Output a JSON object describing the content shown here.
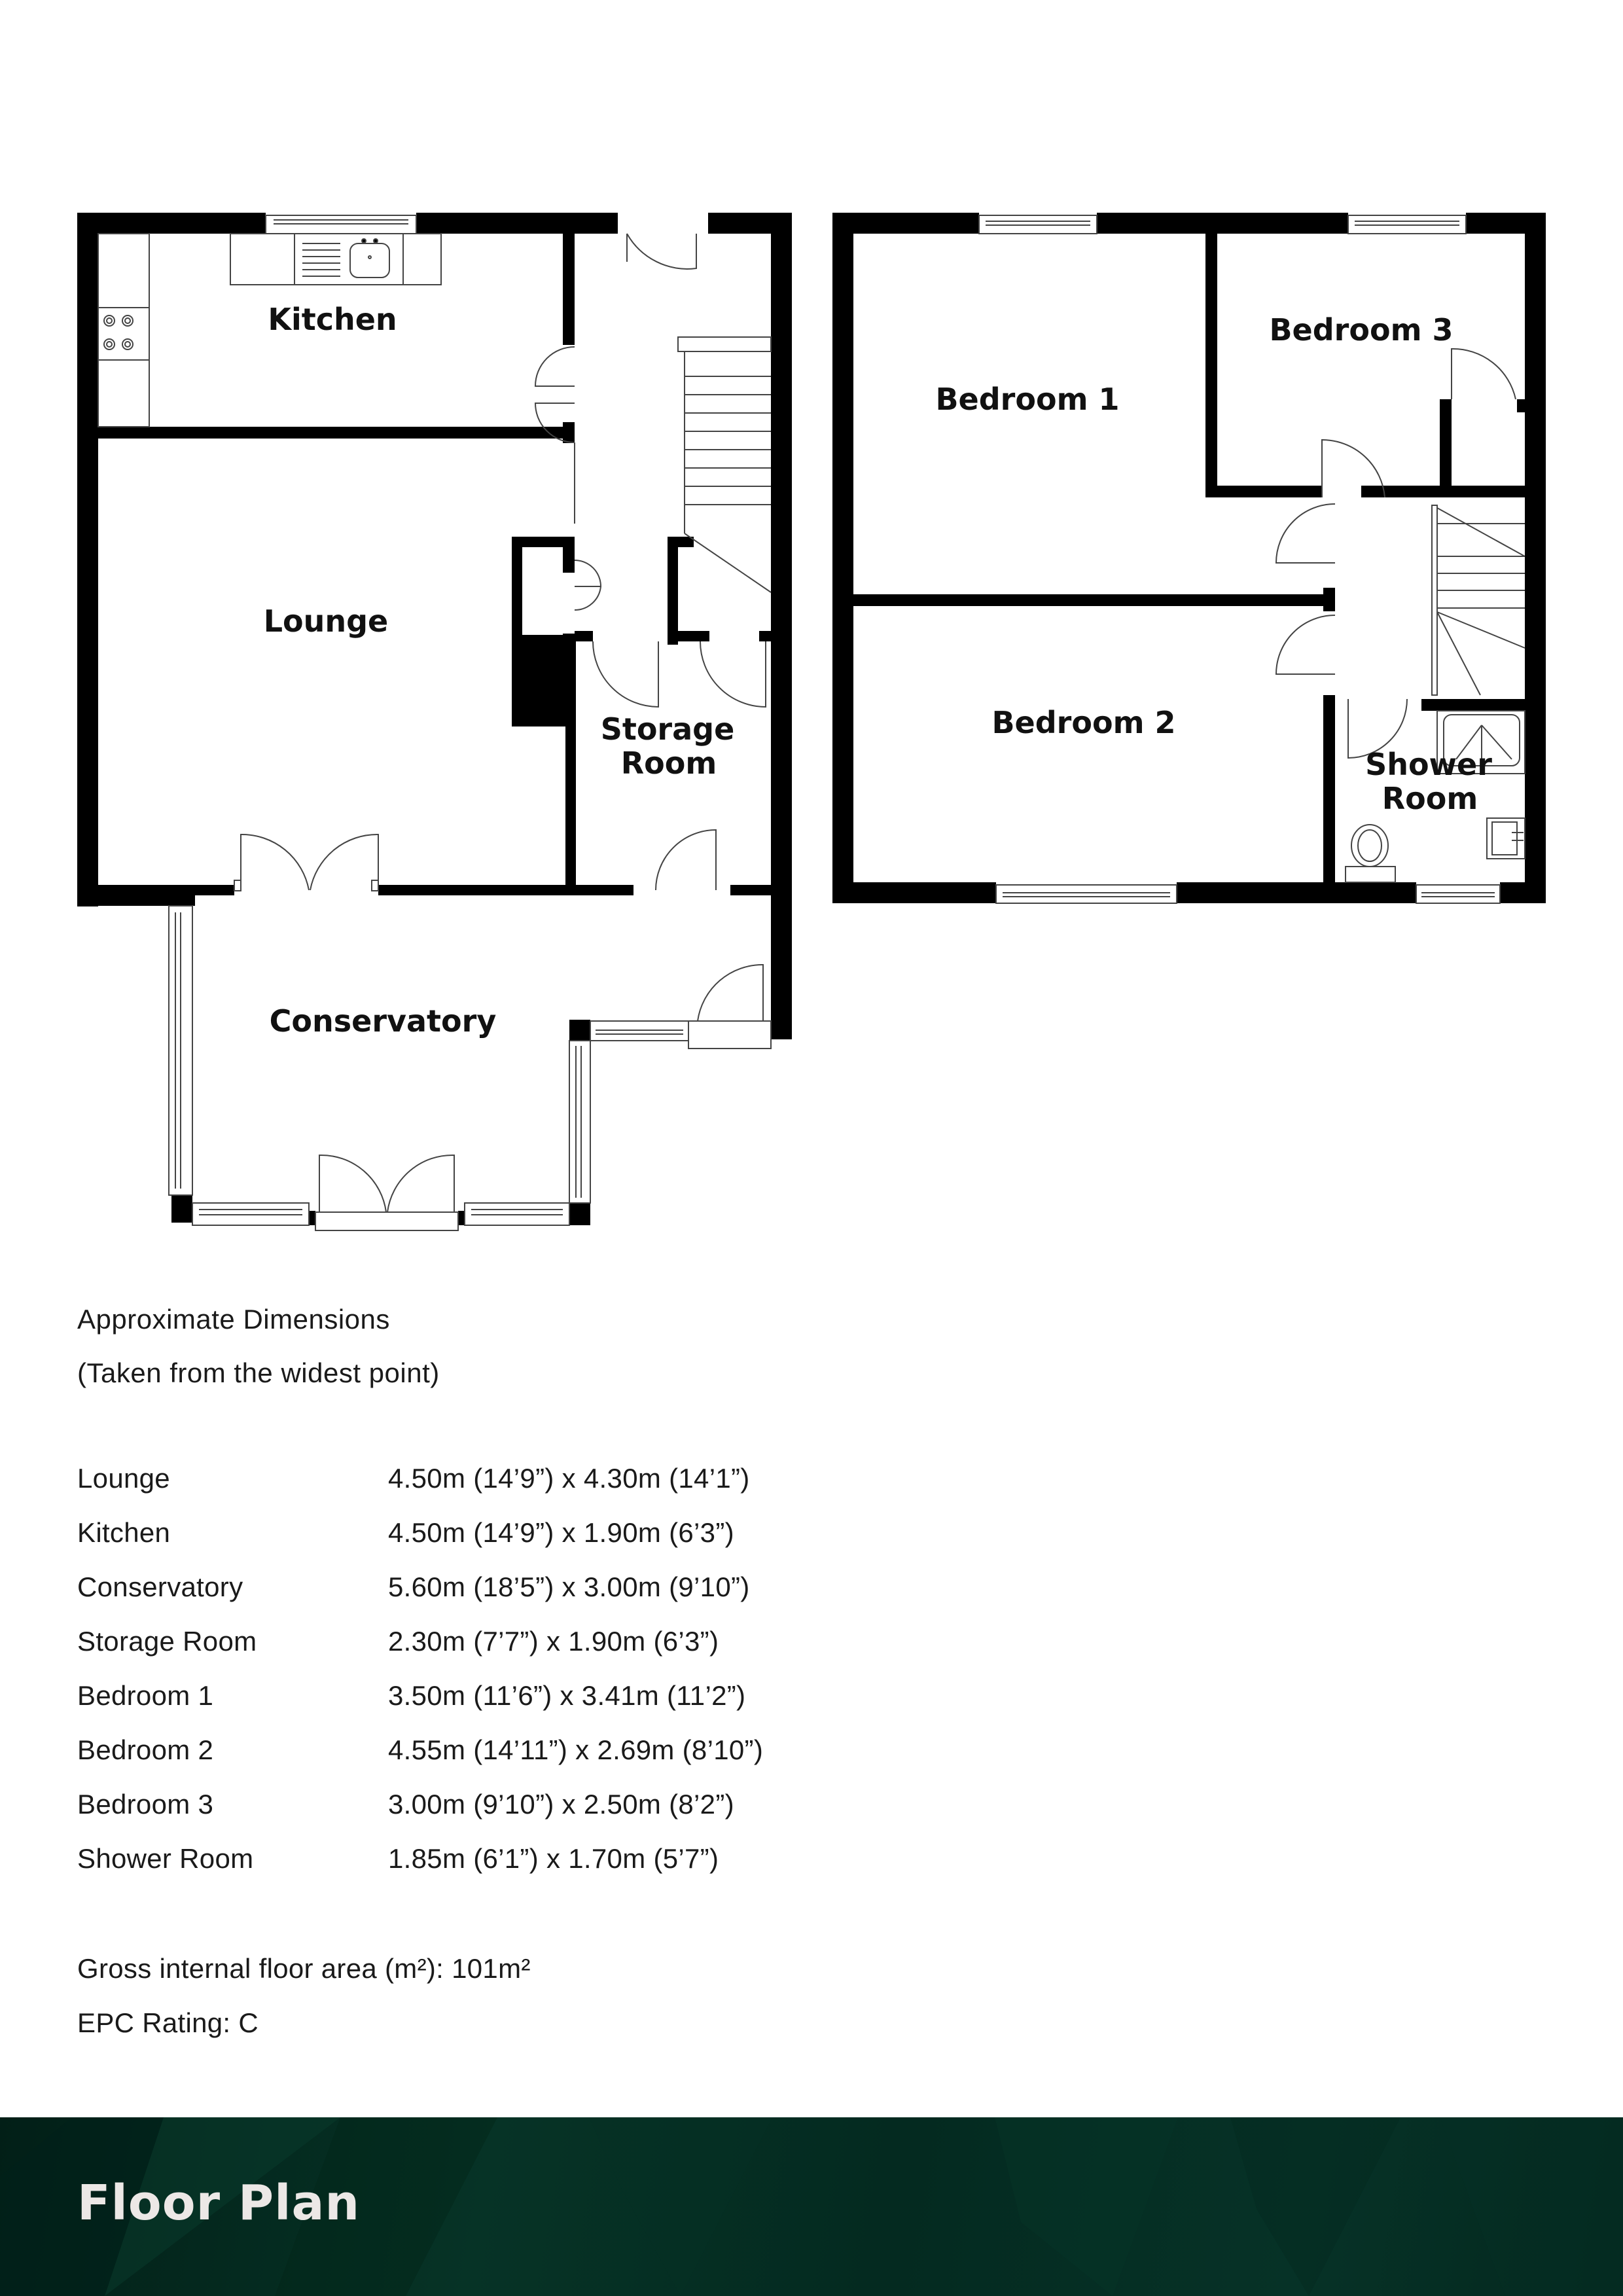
{
  "floor_plan": {
    "ground_floor": {
      "rooms": [
        {
          "name": "Kitchen"
        },
        {
          "name": "Lounge"
        },
        {
          "name": "Storage Room",
          "line1": "Storage",
          "line2": "Room"
        },
        {
          "name": "Conservatory"
        }
      ]
    },
    "first_floor": {
      "rooms": [
        {
          "name": "Bedroom 1"
        },
        {
          "name": "Bedroom 2"
        },
        {
          "name": "Bedroom 3"
        },
        {
          "name": "Shower Room",
          "line1": "Shower",
          "line2": "Room"
        }
      ]
    }
  },
  "dimensions": {
    "heading": "Approximate Dimensions",
    "subheading": "(Taken from the widest point)",
    "rows": [
      {
        "room": "Lounge",
        "size": "4.50m (14’9”) x 4.30m (14’1”)"
      },
      {
        "room": "Kitchen",
        "size": "4.50m (14’9”) x 1.90m (6’3”)"
      },
      {
        "room": "Conservatory",
        "size": "5.60m (18’5”) x 3.00m (9’10”)"
      },
      {
        "room": "Storage Room",
        "size": "2.30m (7’7”) x 1.90m (6’3”)"
      },
      {
        "room": "Bedroom 1",
        "size": "3.50m (11’6”) x 3.41m (11’2”)"
      },
      {
        "room": "Bedroom 2",
        "size": "4.55m (14’11”) x 2.69m (8’10”)"
      },
      {
        "room": "Bedroom 3",
        "size": "3.00m (9’10”) x 2.50m (8’2”)"
      },
      {
        "room": "Shower Room",
        "size": "1.85m (6’1”) x 1.70m (5’7”)"
      }
    ],
    "gross_area": "Gross internal floor area (m²): 101m²",
    "epc": "EPC Rating: C"
  },
  "footer": {
    "title": "Floor Plan",
    "background_color": "#04291f",
    "title_color": "#ece8e6"
  }
}
